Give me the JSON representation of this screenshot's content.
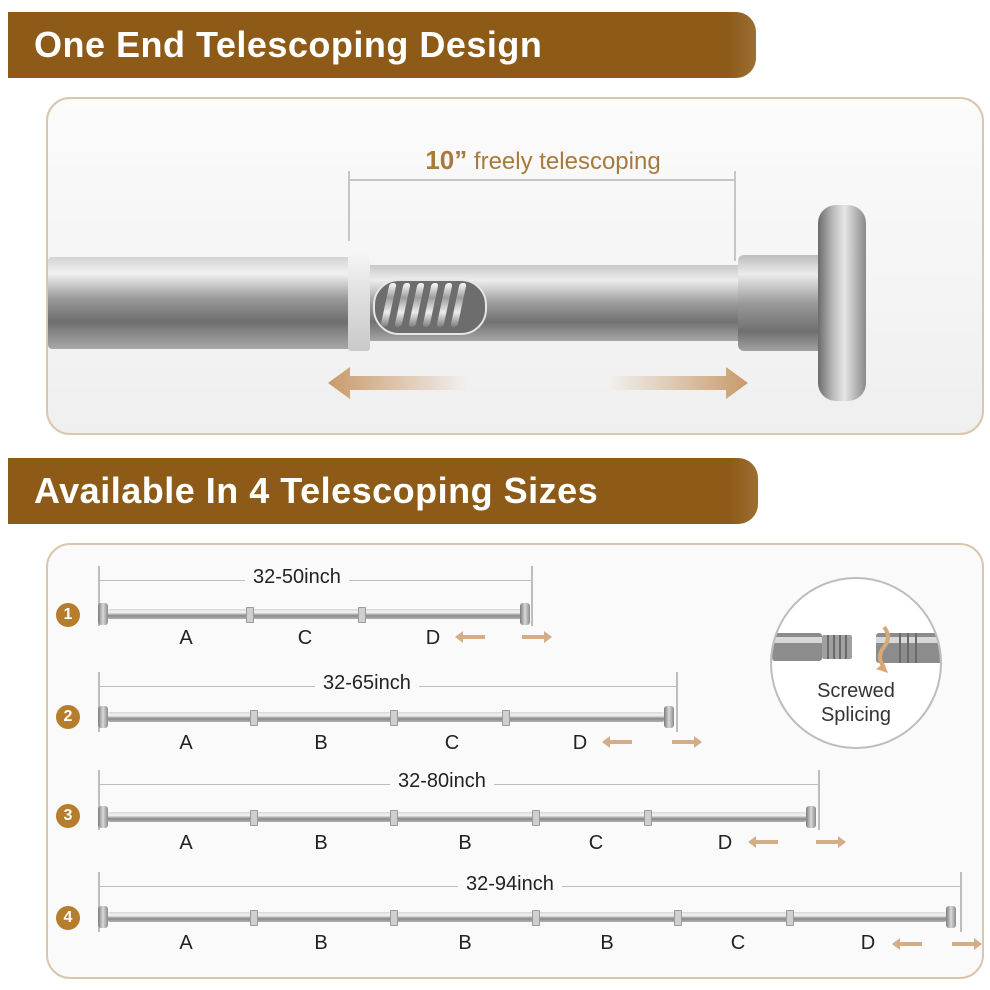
{
  "headers": {
    "top": "One End Telescoping Design",
    "bottom": "Available In 4 Telescoping Sizes"
  },
  "telescoping": {
    "amount": "10”",
    "text": "freely telescoping"
  },
  "zoom": {
    "line1": "Screwed",
    "line2": "Splicing"
  },
  "sizes": [
    {
      "number": "1",
      "range": "32-50inch",
      "segments": [
        "A",
        "C",
        "D"
      ]
    },
    {
      "number": "2",
      "range": "32-65inch",
      "segments": [
        "A",
        "B",
        "C",
        "D"
      ]
    },
    {
      "number": "3",
      "range": "32-80inch",
      "segments": [
        "A",
        "B",
        "B",
        "C",
        "D"
      ]
    },
    {
      "number": "4",
      "range": "32-94inch",
      "segments": [
        "A",
        "B",
        "B",
        "B",
        "C",
        "D"
      ]
    }
  ],
  "colors": {
    "banner": "#8d5a17",
    "accent_text": "#a77a3d",
    "arrow": "#c89a6a",
    "panel_border": "#d9c6ad"
  }
}
